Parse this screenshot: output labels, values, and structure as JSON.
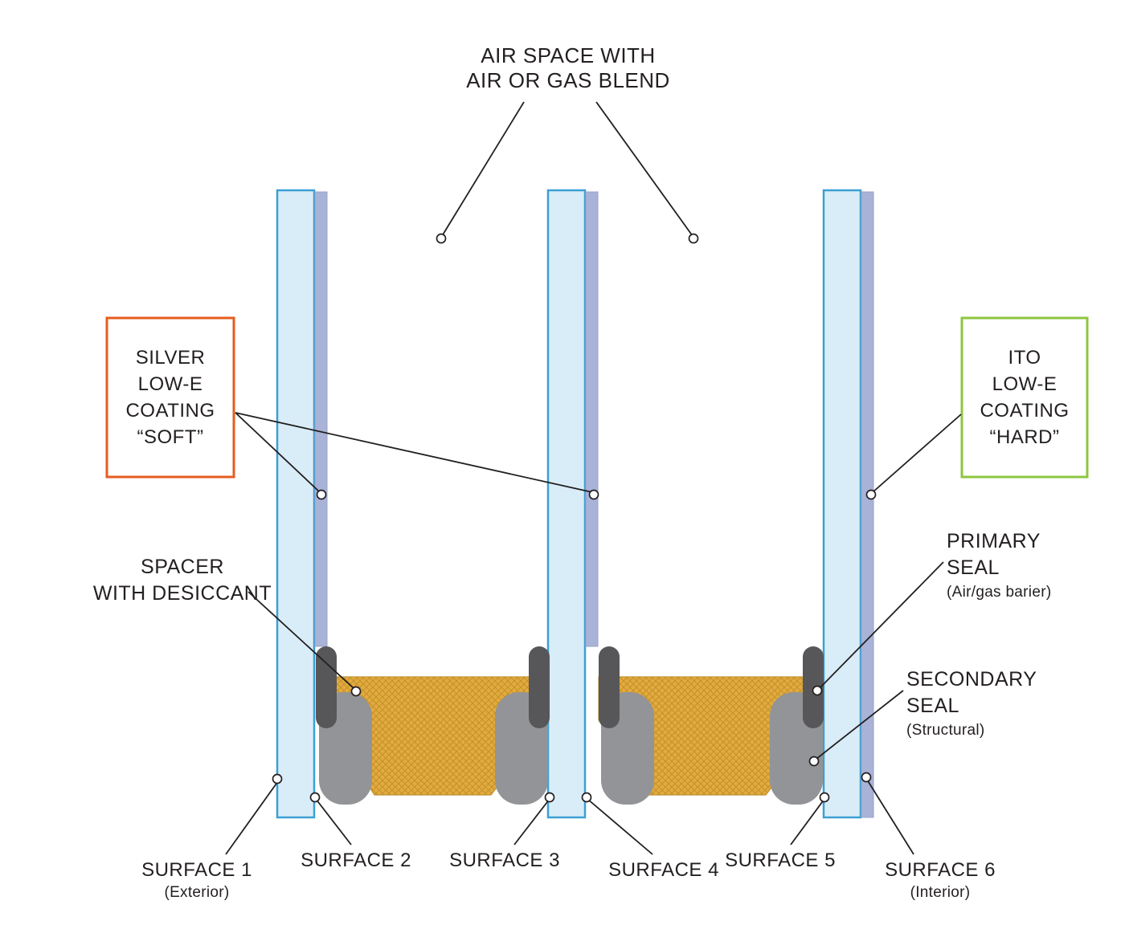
{
  "diagram": {
    "air_space": {
      "lines": [
        "AIR SPACE WITH",
        "AIR OR GAS BLEND"
      ]
    },
    "silver_box": {
      "lines": [
        "SILVER",
        "LOW-E",
        "COATING",
        "“SOFT”"
      ]
    },
    "ito_box": {
      "lines": [
        "ITO",
        "LOW-E",
        "COATING",
        "“HARD”"
      ]
    },
    "spacer_label": {
      "lines": [
        "SPACER",
        "WITH DESICCANT"
      ]
    },
    "primary_seal_label": {
      "lines": [
        "PRIMARY",
        "SEAL"
      ],
      "sub": "(Air/gas barier)"
    },
    "secondary_seal_label": {
      "lines": [
        "SECONDARY",
        "SEAL"
      ],
      "sub": "(Structural)"
    },
    "surfaces": [
      {
        "label": "SURFACE 1",
        "sub": "(Exterior)"
      },
      {
        "label": "SURFACE 2"
      },
      {
        "label": "SURFACE 3"
      },
      {
        "label": "SURFACE 4"
      },
      {
        "label": "SURFACE 5"
      },
      {
        "label": "SURFACE 6",
        "sub": "(Interior)"
      }
    ],
    "colors": {
      "glass_fill": "#d9edf8",
      "glass_border": "#3d9fd3",
      "coating_fill": "#a9b3d8",
      "coating_border": "#97a1cb",
      "spacer_fill": "#e3aa3d",
      "spacer_hatch": "#bf8e2a",
      "spacer_border": "#c1902c",
      "primary_seal": "#57575a",
      "secondary_seal": "#929497",
      "line": "#231f20",
      "circle_fill": "#ffffff",
      "silver_box_border": "#e65c1f",
      "ito_box_border": "#8dc63f",
      "text": "#231f20"
    }
  }
}
